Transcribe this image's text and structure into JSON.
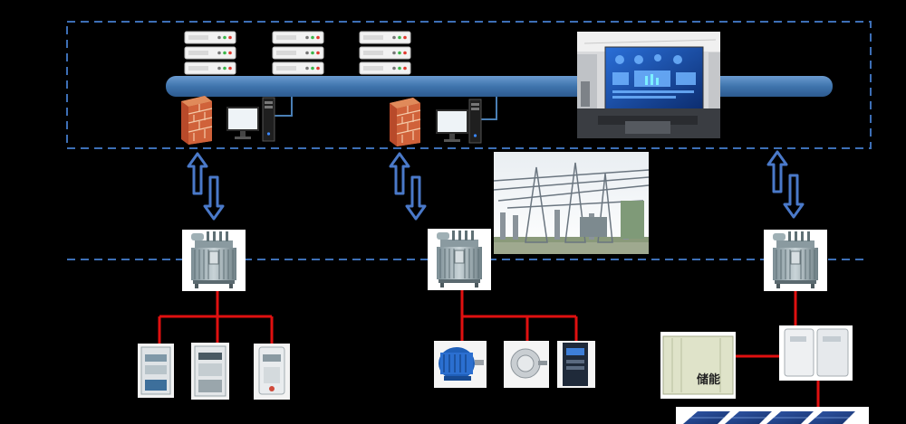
{
  "diagram": {
    "storage_label": "储能"
  },
  "colors": {
    "background": "#000000",
    "dashed_border": "#3d6fb6",
    "bus_bar": "#4a7fb5",
    "wire": "#e01010",
    "arrow_fill": "#4a79c9",
    "device_white": "#f4f4f4"
  },
  "icons": [
    "server-rack-icon",
    "firewall-icon",
    "monitor-icon",
    "tower-pc-icon",
    "transformer-icon",
    "electric-meter-icon",
    "motor-icon",
    "frequency-inverter-icon",
    "energy-storage-container-icon",
    "solar-inverter-icon",
    "solar-panel-icon",
    "bidirectional-arrow-icon",
    "control-room-photo",
    "substation-photo"
  ]
}
